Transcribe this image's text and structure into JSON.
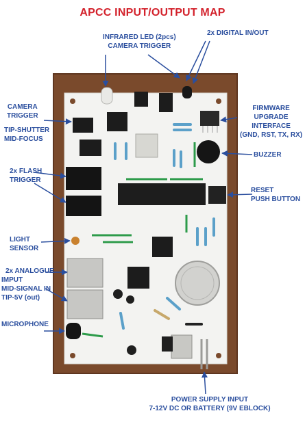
{
  "title": "APCC INPUT/OUTPUT MAP",
  "labels": {
    "infrared_led": [
      "INFRARED LED (2pcs)",
      "CAMERA TRIGGER"
    ],
    "digital_io": [
      "2x DIGITAL IN/OUT"
    ],
    "camera_trigger": [
      "CAMERA",
      "TRIGGER"
    ],
    "tip_shutter": [
      "TIP-SHUTTER",
      "MID-FOCUS"
    ],
    "firmware": [
      "FIRMWARE",
      "UPGRADE",
      "INTERFACE",
      "(GND, RST, TX, RX)"
    ],
    "buzzer": [
      "BUZZER"
    ],
    "flash_trigger": [
      "2x FLASH",
      "TRIGGER"
    ],
    "reset": [
      "RESET",
      "PUSH BUTTON"
    ],
    "light_sensor": [
      "LIGHT",
      "SENSOR"
    ],
    "analogue_input": [
      "2x ANALOGUE",
      "IMPUT",
      "MID-SIGNAL IN",
      "TIP-5V (out)"
    ],
    "microphone": [
      "MICROPHONE"
    ],
    "power_supply": [
      "POWER SUPPLY INPUT",
      "7-12V DC OR BATTERY (9V EBLOCK)"
    ]
  },
  "colors": {
    "title": "#d3212b",
    "label": "#2a4e9e",
    "arrow": "#2a4e9e",
    "wood": "#7a4a2c",
    "pcb": "#f3f3f1"
  }
}
